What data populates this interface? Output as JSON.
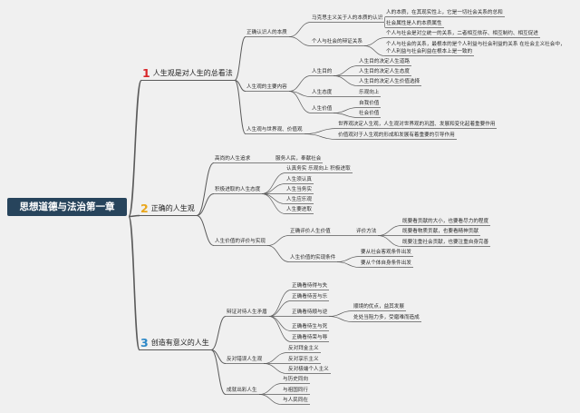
{
  "colors": {
    "background": "#f0f0f0",
    "root_fill": "#27445c",
    "line": "#5a5a5a",
    "num1": "#d8262a",
    "num2": "#e9a61a",
    "num3": "#2c88c7",
    "underline": "#3a3a3a"
  },
  "root": {
    "label": "思想道德与法治第一章"
  },
  "sec1": {
    "num": "1",
    "title": "人生观是对人生的总看法",
    "a": {
      "label": "正确认识人的本质",
      "a1": {
        "label": "马克思主义关于人的本质的认识",
        "l1": "人的本质，在其现实性上，它是一切社会关系的总和",
        "l2": "社会属性是人的本质属性"
      },
      "a2": {
        "label": "个人与社会的辩证关系",
        "l1": "个人与社会是对立统一的关系，二者相互依存、相互制约、相互促进",
        "l2a": "个人与社会的关系，最根本的是个人利益与社会利益的关系 在社会主义社会中，",
        "l2b": "个人利益与社会利益在根本上是一致的"
      }
    },
    "b": {
      "label": "人生观的主要内容",
      "b1": {
        "label": "人生目的",
        "l1": "人生目的决定人生道路",
        "l2": "人生目的决定人生态度",
        "l3": "人生目的决定人生价值选择"
      },
      "b2": {
        "label": "人生态度",
        "l1": "乐观向上"
      },
      "b3": {
        "label": "人生价值",
        "l1": "自我价值",
        "l2": "社会价值"
      }
    },
    "c": {
      "label": "人生观与世界观、价值观",
      "l1": "世界观决定人生观，人生观对世界观的巩固、发展和变化起着重要作用",
      "l2": "价值观对于人生观的形成和发展有着重要的引导作用"
    }
  },
  "sec2": {
    "num": "2",
    "title": "正确的人生观",
    "a": {
      "label": "高尚的人生追求",
      "l1": "服务人民，奉献社会"
    },
    "b": {
      "label": "积极进取的人生态度",
      "l1": "认真务实 乐观向上 积极进取",
      "l2": "人生须认真",
      "l3": "人生当务实",
      "l4": "人生应乐观",
      "l5": "人生要进取"
    },
    "c": {
      "label": "人生价值的评价与实现",
      "c1": {
        "label": "正确评价人生价值",
        "m": "评价方法",
        "l1": "既要看贡献的大小，也要看尽力的程度",
        "l2": "既要看物质贡献，也要看精神贡献",
        "l3": "既要注重社会贡献，也要注重自身完善"
      },
      "c2": {
        "label": "人生价值的实现条件",
        "l1": "要从社会客观条件出发",
        "l2": "要从个体自身条件出发"
      }
    }
  },
  "sec3": {
    "num": "3",
    "title": "创造有意义的人生",
    "a": {
      "label": "辩证对待人生矛盾",
      "l1": "正确看待得与失",
      "l2": "正确看待苦与乐",
      "l3": "正确看待顺与逆",
      "l3a": "顺境的优点，益其发展",
      "l3b": "处处当阻力多，受磨难而造成",
      "l4": "正确看待生与死",
      "l5": "正确看待荣与辱"
    },
    "b": {
      "label": "反对错误人生观",
      "l1": "反对拜金主义",
      "l2": "反对享乐主义",
      "l3": "反对极端个人主义"
    },
    "c": {
      "label": "成就出彩人生",
      "l1": "与历史同向",
      "l2": "与祖国同行",
      "l3": "与人民同在"
    }
  }
}
